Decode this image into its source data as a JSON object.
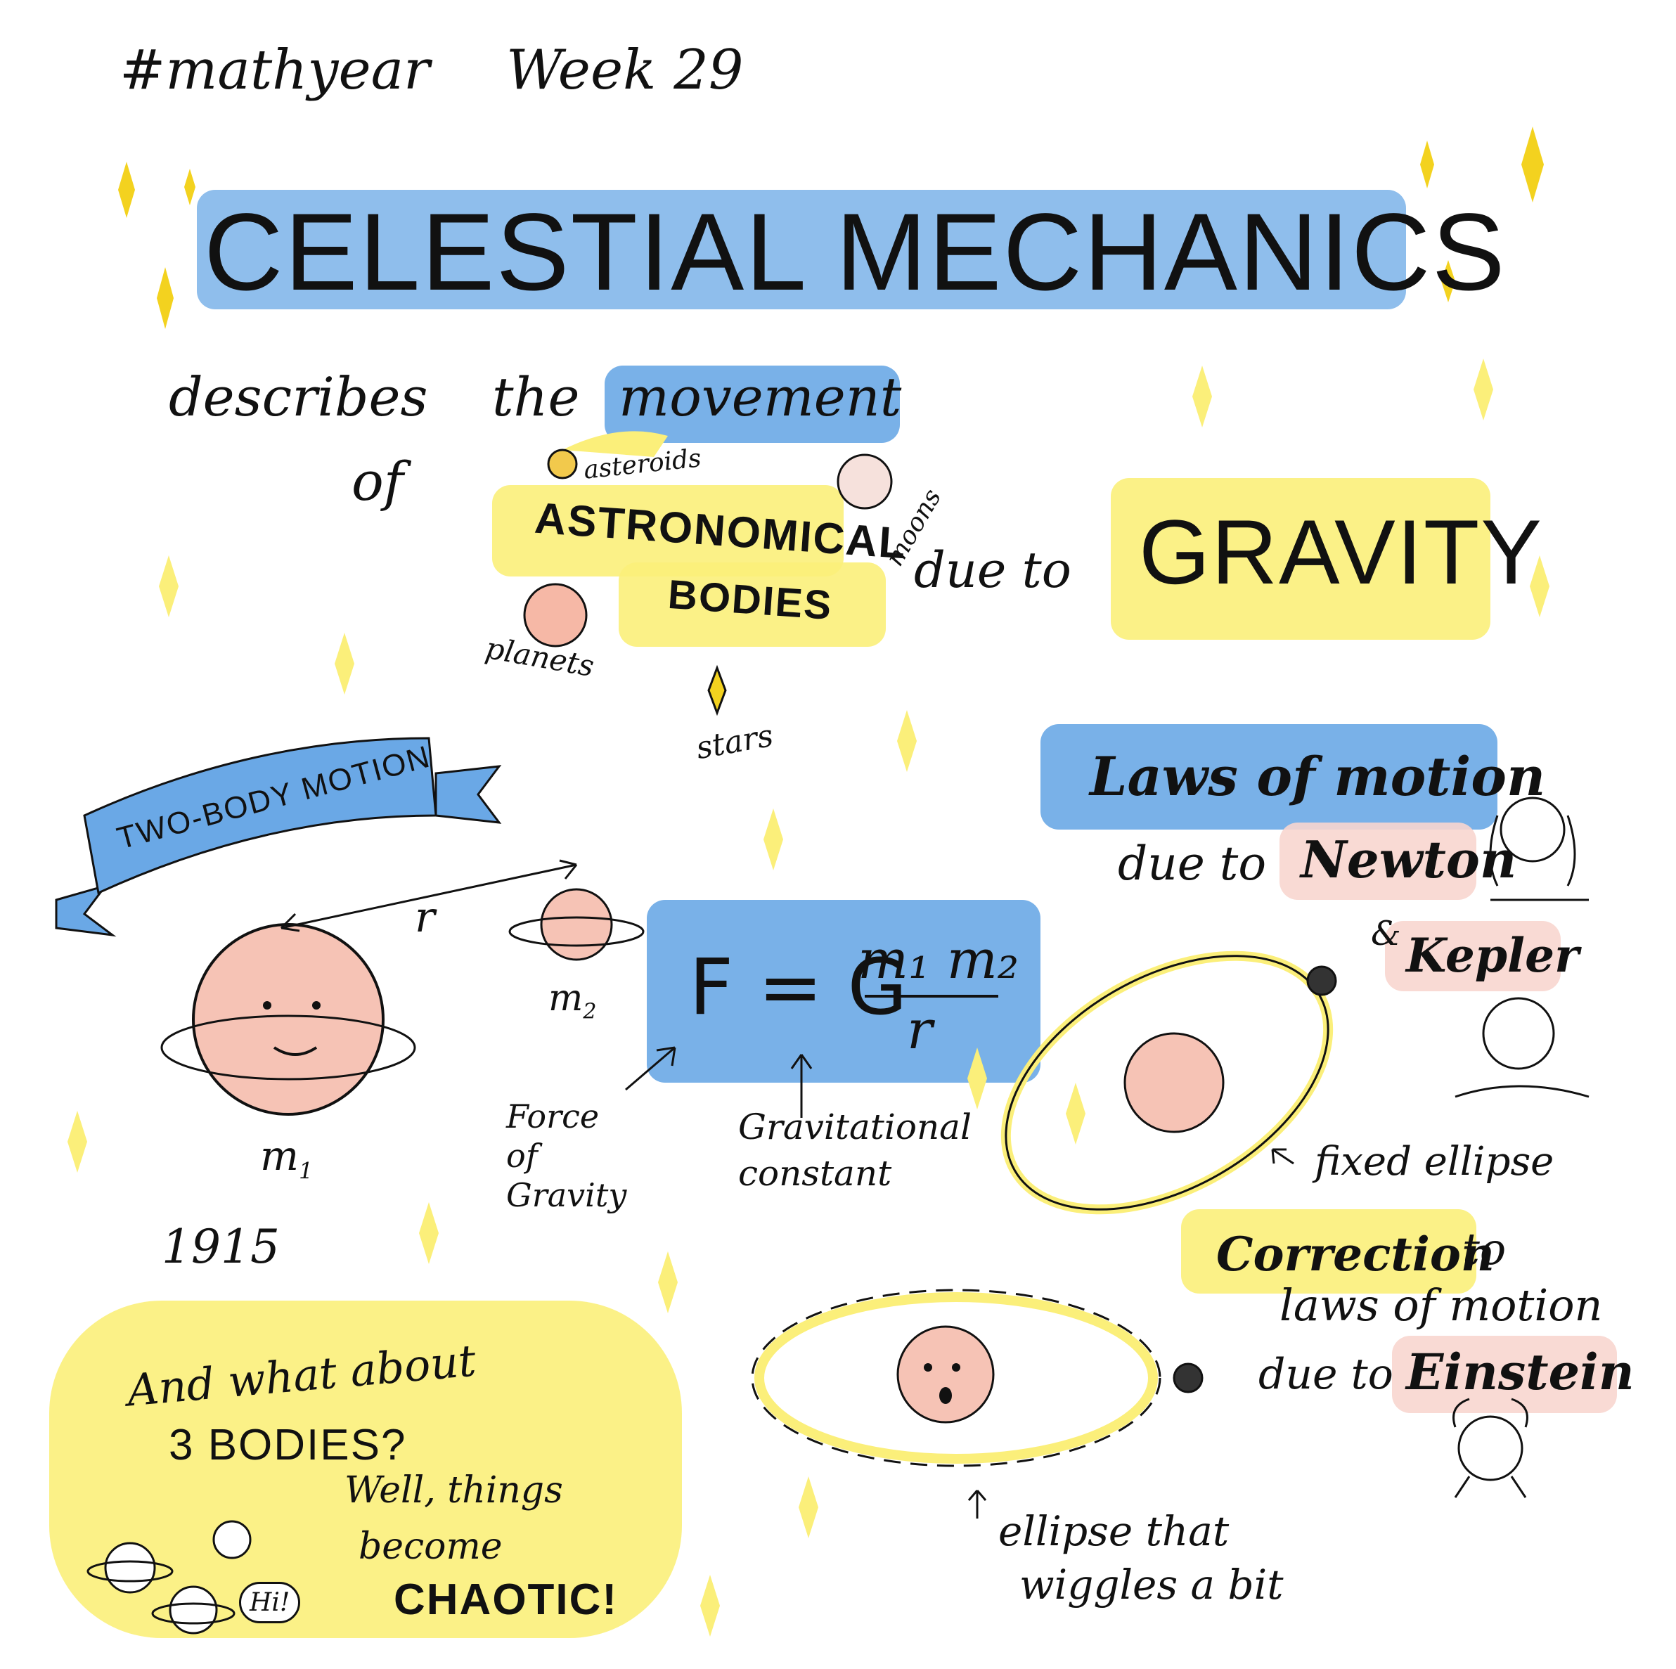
{
  "header": {
    "tag": "#mathyear",
    "week": "Week 29"
  },
  "title": "CELESTIAL MECHANICS",
  "intro": {
    "line1_a": "describes",
    "line1_b": "the",
    "line1_c": "movement",
    "of": "of",
    "bodies_1": "ASTRONOMICAL",
    "bodies_2": "BODIES",
    "due_to": "due to",
    "gravity": "GRAVITY",
    "asteroids": "asteroids",
    "moons": "moons",
    "planets": "planets",
    "stars": "stars"
  },
  "two_body": {
    "banner": "TWO-BODY MOTION",
    "r": "r",
    "m1": "m",
    "m1_sub": "1",
    "m2": "m",
    "m2_sub": "2"
  },
  "formula": {
    "lhs": "F = G",
    "num": "m₁ m₂",
    "den": "r",
    "force_label_1": "Force",
    "force_label_2": "of",
    "force_label_3": "Gravity",
    "g_label_1": "Gravitational",
    "g_label_2": "constant"
  },
  "laws": {
    "title": "Laws of motion",
    "due_to": "due to",
    "newton": "Newton",
    "amp": "&",
    "kepler": "Kepler",
    "fixed_ellipse": "fixed ellipse"
  },
  "correction": {
    "year": "1915",
    "title": "Correction",
    "to": "to",
    "line2": "laws of motion",
    "due_to": "due to",
    "einstein": "Einstein",
    "wiggle_1": "ellipse that",
    "wiggle_2": "wiggles a bit"
  },
  "three_bodies": {
    "line1": "And what about",
    "line2": "3 BODIES?",
    "line3": "Well, things",
    "line4": "become",
    "line5": "CHAOTIC!",
    "hi": "Hi!"
  },
  "colors": {
    "blue": "#6aa8e6",
    "yellow": "#fbef7a",
    "pink": "#f8d6cf",
    "planet": "#f6b8a6"
  }
}
